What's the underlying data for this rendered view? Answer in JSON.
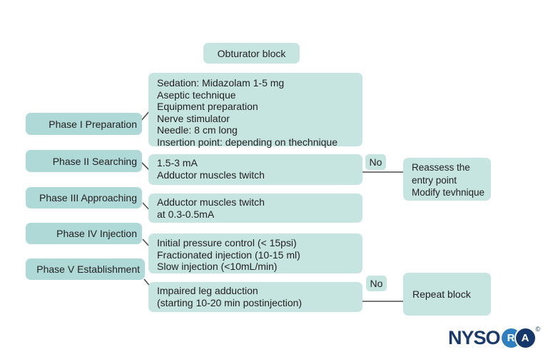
{
  "flowchart": {
    "title": "Obturator block",
    "phases": [
      {
        "label": "Phase I Preparation",
        "details": [
          "Sedation: Midazolam 1-5 mg",
          "Aseptic technique",
          "Equipment preparation",
          "Nerve stimulator",
          "Needle: 8 cm long",
          "Insertion point: depending on thechnique"
        ]
      },
      {
        "label": "Phase II Searching",
        "details": [
          "1.5-3 mA",
          "Adductor muscles twitch"
        ],
        "no_label": "No",
        "no_action": [
          "Reassess the",
          "entry point",
          "Modify tevhnique"
        ]
      },
      {
        "label": "Phase III Approaching",
        "details": [
          "Adductor muscles twitch",
          "at 0.3-0.5mA"
        ]
      },
      {
        "label": "Phase IV Injection",
        "details": [
          "Initial pressure control (< 15psi)",
          "Fractionated injection (10-15 ml)",
          "Slow injection (<10mL/min)"
        ]
      },
      {
        "label": "Phase V Establishment",
        "details": [
          "Impaired leg adduction",
          "(starting 10-20 min postinjection)"
        ],
        "no_label": "No",
        "no_action": [
          "Repeat block"
        ]
      }
    ]
  },
  "logo": {
    "text": "NYSO",
    "r_letter": "R",
    "a_letter": "A",
    "copyright": "©"
  },
  "colors": {
    "phase_box": "#aed9d6",
    "light_box": "#c6e5e1",
    "text": "#231f20",
    "connector": "#4d4d4d",
    "logo_navy": "#1a3a6c",
    "logo_blue": "#2e7fc0"
  }
}
